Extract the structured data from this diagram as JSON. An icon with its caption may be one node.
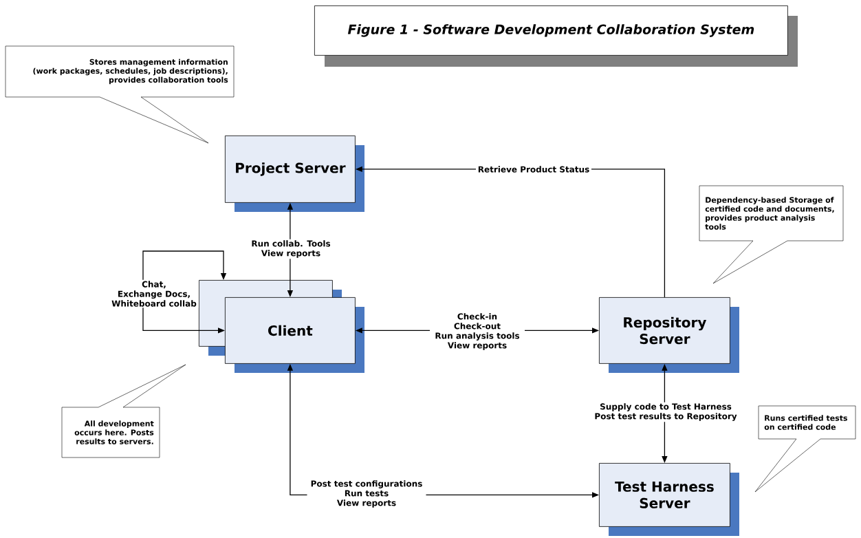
{
  "diagram": {
    "title": "Figure 1 - Software Development Collaboration System",
    "nodes": [
      {
        "text": [
          "Stores management information (work packages, schedules, job descriptions), provides collaboration tools"
        ]
      },
      {
        "text": [
          "Project Server"
        ]
      },
      {
        "text": [
          "Dependency-based Storage of certified code and documents, provides product analysis tools"
        ]
      },
      {
        "text": [],
        "shape": "box"
      },
      {
        "text": [
          "Client"
        ]
      },
      {
        "text": [
          "Repository Server"
        ]
      },
      {
        "text": [
          "All development occurs here. Posts results to servers."
        ]
      },
      {
        "text": [
          "Runs certified tests on certified code"
        ]
      },
      {
        "text": [
          "Test Harness Server"
        ]
      }
    ],
    "edges": [
      {
        "from": 5,
        "to": 1,
        "arrow": "to",
        "label": "Retrieve Product Status"
      },
      {
        "from": 1,
        "to": 4,
        "arrow": "both",
        "label": "Run collab. Tools View reports"
      },
      {
        "from": 3,
        "to": 4,
        "arrow": "both",
        "label": "Chat, Exchange Docs, Whiteboard collab"
      },
      {
        "from": 4,
        "to": 5,
        "arrow": "both",
        "label": "Check-in Check-out Run analysis tools View reports"
      },
      {
        "from": 5,
        "to": 8,
        "arrow": "both",
        "label": "Supply code to Test Harness Post test results to Repository"
      },
      {
        "from": 4,
        "to": 8,
        "arrow": "both",
        "label": "Post test configurations Run tests View reports"
      }
    ]
  }
}
